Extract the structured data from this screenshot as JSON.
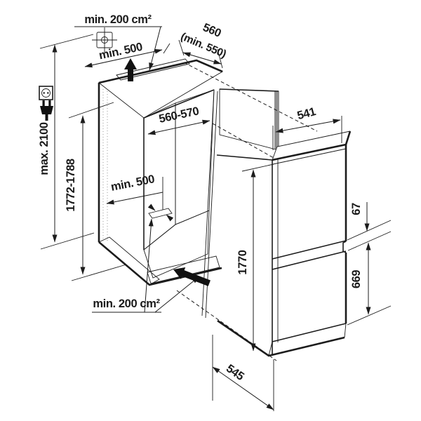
{
  "drawing": {
    "type": "appliance-installation-diagram",
    "subject": "built-in fridge-freezer niche with appliance"
  },
  "labels": {
    "top_vent_area": "min. 200 cm²",
    "bottom_vent_area": "min. 200 cm²",
    "top_clearance": "min. 500",
    "interior_floor_clearance": "min. 500",
    "niche_depth_line1": "560",
    "niche_depth_line2": "(min. 550)",
    "wall_height": "max. 2100",
    "niche_height": "1772-1788",
    "niche_width": "560-570",
    "appliance_width": "541",
    "appliance_height": "1770",
    "door_gap": "67",
    "freezer_door_height": "669",
    "appliance_depth": "545"
  },
  "icons": {
    "ceiling_mark": "crosshair-square-icon",
    "power_socket": "socket-outlet-icon",
    "power_plug": "plug-icon",
    "airflow_top": "up-arrow-icon",
    "airflow_bottom": "diagonal-arrow-icon"
  },
  "colors": {
    "line": "#1c1c1c",
    "interior_side_wall": "#9b9b9b",
    "interior_back_wall": "#d8d8d8",
    "interior_floor": "#c2c2c2",
    "decor_panel": "#e4e4e4",
    "decor_panel_edge": "#8e8e8e",
    "background": "#ffffff"
  }
}
